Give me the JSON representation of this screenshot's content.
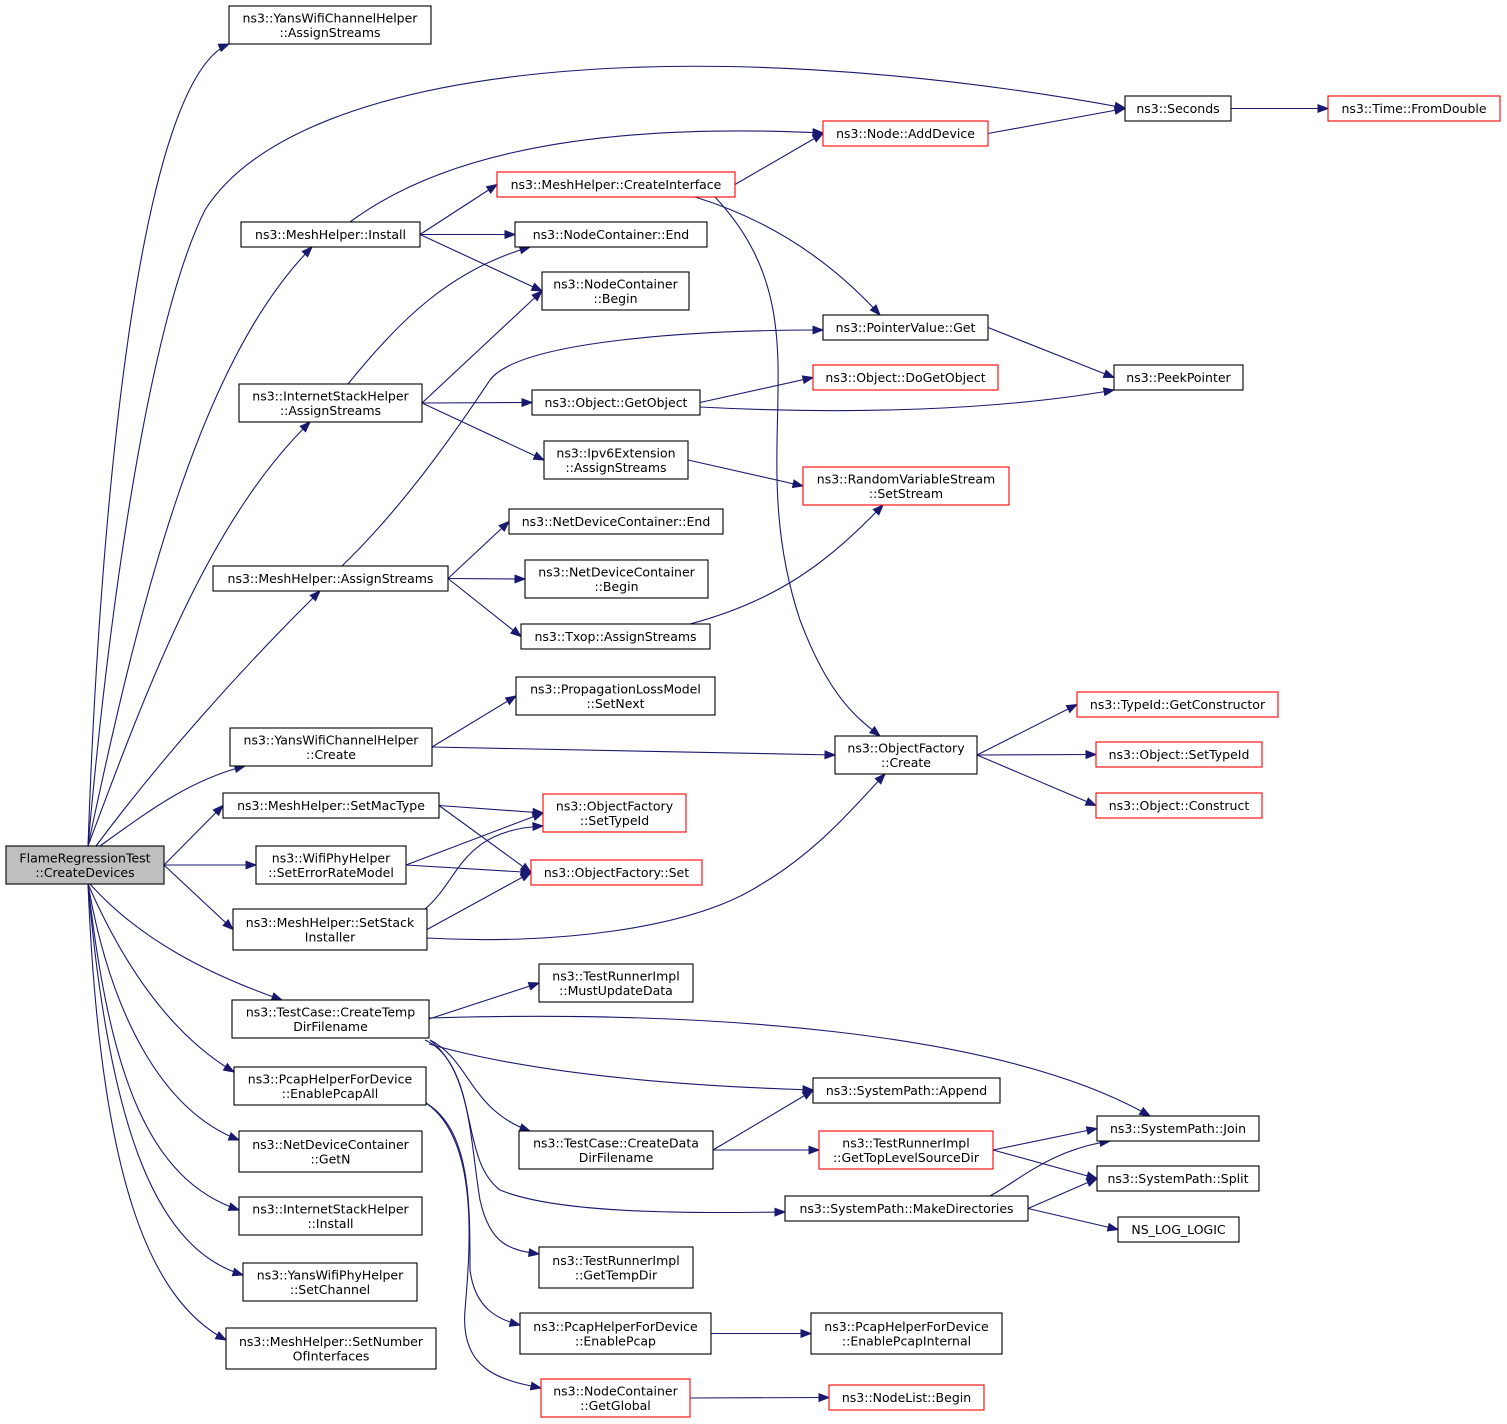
{
  "colors": {
    "edge": "#191970",
    "border_normal": "#000000",
    "border_truncated": "#ff0000",
    "root_fill": "#bfbfbf",
    "node_fill": "#ffffff"
  },
  "nodes": [
    {
      "id": "root",
      "lines": [
        "FlameRegressionTest",
        "::CreateDevices"
      ],
      "kind": "root"
    },
    {
      "id": "yans_assign",
      "lines": [
        "ns3::YansWifiChannelHelper",
        "::AssignStreams"
      ],
      "kind": "normal"
    },
    {
      "id": "seconds",
      "lines": [
        "ns3::Seconds"
      ],
      "kind": "normal"
    },
    {
      "id": "fromdouble",
      "lines": [
        "ns3::Time::FromDouble"
      ],
      "kind": "truncated"
    },
    {
      "id": "node_adddevice",
      "lines": [
        "ns3::Node::AddDevice"
      ],
      "kind": "truncated"
    },
    {
      "id": "mesh_createif",
      "lines": [
        "ns3::MeshHelper::CreateInterface"
      ],
      "kind": "truncated"
    },
    {
      "id": "mesh_install",
      "lines": [
        "ns3::MeshHelper::Install"
      ],
      "kind": "normal"
    },
    {
      "id": "nc_end",
      "lines": [
        "ns3::NodeContainer::End"
      ],
      "kind": "normal"
    },
    {
      "id": "nc_begin",
      "lines": [
        "ns3::NodeContainer",
        "::Begin"
      ],
      "kind": "normal"
    },
    {
      "id": "pointer_get",
      "lines": [
        "ns3::PointerValue::Get"
      ],
      "kind": "normal"
    },
    {
      "id": "peekpointer",
      "lines": [
        "ns3::PeekPointer"
      ],
      "kind": "normal"
    },
    {
      "id": "inet_assign",
      "lines": [
        "ns3::InternetStackHelper",
        "::AssignStreams"
      ],
      "kind": "normal"
    },
    {
      "id": "obj_getobject",
      "lines": [
        "ns3::Object::GetObject"
      ],
      "kind": "normal"
    },
    {
      "id": "obj_dogetobject",
      "lines": [
        "ns3::Object::DoGetObject"
      ],
      "kind": "truncated"
    },
    {
      "id": "ipv6_assign",
      "lines": [
        "ns3::Ipv6Extension",
        "::AssignStreams"
      ],
      "kind": "normal"
    },
    {
      "id": "rvs_setstream",
      "lines": [
        "ns3::RandomVariableStream",
        "::SetStream"
      ],
      "kind": "truncated"
    },
    {
      "id": "ndc_end",
      "lines": [
        "ns3::NetDeviceContainer::End"
      ],
      "kind": "normal"
    },
    {
      "id": "mesh_assign",
      "lines": [
        "ns3::MeshHelper::AssignStreams"
      ],
      "kind": "normal"
    },
    {
      "id": "ndc_begin",
      "lines": [
        "ns3::NetDeviceContainer",
        "::Begin"
      ],
      "kind": "normal"
    },
    {
      "id": "txop_assign",
      "lines": [
        "ns3::Txop::AssignStreams"
      ],
      "kind": "normal"
    },
    {
      "id": "prop_setnext",
      "lines": [
        "ns3::PropagationLossModel",
        "::SetNext"
      ],
      "kind": "normal"
    },
    {
      "id": "typeid_getctor",
      "lines": [
        "ns3::TypeId::GetConstructor"
      ],
      "kind": "truncated"
    },
    {
      "id": "yans_create",
      "lines": [
        "ns3::YansWifiChannelHelper",
        "::Create"
      ],
      "kind": "normal"
    },
    {
      "id": "of_create",
      "lines": [
        "ns3::ObjectFactory",
        "::Create"
      ],
      "kind": "normal"
    },
    {
      "id": "obj_settypeid",
      "lines": [
        "ns3::Object::SetTypeId"
      ],
      "kind": "truncated"
    },
    {
      "id": "mesh_setmactype",
      "lines": [
        "ns3::MeshHelper::SetMacType"
      ],
      "kind": "normal"
    },
    {
      "id": "of_settypeid",
      "lines": [
        "ns3::ObjectFactory",
        "::SetTypeId"
      ],
      "kind": "truncated"
    },
    {
      "id": "obj_construct",
      "lines": [
        "ns3::Object::Construct"
      ],
      "kind": "truncated"
    },
    {
      "id": "wifiphy_seterr",
      "lines": [
        "ns3::WifiPhyHelper",
        "::SetErrorRateModel"
      ],
      "kind": "normal"
    },
    {
      "id": "of_set",
      "lines": [
        "ns3::ObjectFactory::Set"
      ],
      "kind": "truncated"
    },
    {
      "id": "mesh_setstack",
      "lines": [
        "ns3::MeshHelper::SetStack",
        "Installer"
      ],
      "kind": "normal"
    },
    {
      "id": "tri_mustupdate",
      "lines": [
        "ns3::TestRunnerImpl",
        "::MustUpdateData"
      ],
      "kind": "normal"
    },
    {
      "id": "tc_createtemp",
      "lines": [
        "ns3::TestCase::CreateTemp",
        "DirFilename"
      ],
      "kind": "normal"
    },
    {
      "id": "pcap_enableall",
      "lines": [
        "ns3::PcapHelperForDevice",
        "::EnablePcapAll"
      ],
      "kind": "normal"
    },
    {
      "id": "sp_append",
      "lines": [
        "ns3::SystemPath::Append"
      ],
      "kind": "normal"
    },
    {
      "id": "sp_join",
      "lines": [
        "ns3::SystemPath::Join"
      ],
      "kind": "normal"
    },
    {
      "id": "tc_createdata",
      "lines": [
        "ns3::TestCase::CreateData",
        "DirFilename"
      ],
      "kind": "normal"
    },
    {
      "id": "tri_gettoplevel",
      "lines": [
        "ns3::TestRunnerImpl",
        "::GetTopLevelSourceDir"
      ],
      "kind": "truncated"
    },
    {
      "id": "ndc_getn",
      "lines": [
        "ns3::NetDeviceContainer",
        "::GetN"
      ],
      "kind": "normal"
    },
    {
      "id": "sp_split",
      "lines": [
        "ns3::SystemPath::Split"
      ],
      "kind": "normal"
    },
    {
      "id": "inet_install",
      "lines": [
        "ns3::InternetStackHelper",
        "::Install"
      ],
      "kind": "normal"
    },
    {
      "id": "sp_makedirs",
      "lines": [
        "ns3::SystemPath::MakeDirectories"
      ],
      "kind": "normal"
    },
    {
      "id": "ns_log_logic",
      "lines": [
        "NS_LOG_LOGIC"
      ],
      "kind": "normal"
    },
    {
      "id": "tri_gettempdir",
      "lines": [
        "ns3::TestRunnerImpl",
        "::GetTempDir"
      ],
      "kind": "normal"
    },
    {
      "id": "yansphy_setchannel",
      "lines": [
        "ns3::YansWifiPhyHelper",
        "::SetChannel"
      ],
      "kind": "normal"
    },
    {
      "id": "pcap_enable",
      "lines": [
        "ns3::PcapHelperForDevice",
        "::EnablePcap"
      ],
      "kind": "normal"
    },
    {
      "id": "pcap_enableinternal",
      "lines": [
        "ns3::PcapHelperForDevice",
        "::EnablePcapInternal"
      ],
      "kind": "normal"
    },
    {
      "id": "mesh_setnumif",
      "lines": [
        "ns3::MeshHelper::SetNumber",
        "OfInterfaces"
      ],
      "kind": "normal"
    },
    {
      "id": "nc_getglobal",
      "lines": [
        "ns3::NodeContainer",
        "::GetGlobal"
      ],
      "kind": "truncated"
    },
    {
      "id": "nodelist_begin",
      "lines": [
        "ns3::NodeList::Begin"
      ],
      "kind": "truncated"
    }
  ],
  "edges": [
    [
      "root",
      "yans_assign"
    ],
    [
      "root",
      "seconds"
    ],
    [
      "root",
      "mesh_install"
    ],
    [
      "root",
      "inet_assign"
    ],
    [
      "root",
      "mesh_assign"
    ],
    [
      "root",
      "yans_create"
    ],
    [
      "root",
      "mesh_setmactype"
    ],
    [
      "root",
      "wifiphy_seterr"
    ],
    [
      "root",
      "mesh_setstack"
    ],
    [
      "root",
      "tc_createtemp"
    ],
    [
      "root",
      "pcap_enableall"
    ],
    [
      "root",
      "ndc_getn"
    ],
    [
      "root",
      "inet_install"
    ],
    [
      "root",
      "yansphy_setchannel"
    ],
    [
      "root",
      "mesh_setnumif"
    ],
    [
      "seconds",
      "fromdouble"
    ],
    [
      "node_adddevice",
      "seconds"
    ],
    [
      "mesh_createif",
      "node_adddevice"
    ],
    [
      "mesh_createif",
      "pointer_get"
    ],
    [
      "mesh_createif",
      "of_create"
    ],
    [
      "mesh_install",
      "node_adddevice"
    ],
    [
      "mesh_install",
      "mesh_createif"
    ],
    [
      "mesh_install",
      "nc_end"
    ],
    [
      "mesh_install",
      "nc_begin"
    ],
    [
      "pointer_get",
      "peekpointer"
    ],
    [
      "inet_assign",
      "nc_end"
    ],
    [
      "inet_assign",
      "nc_begin"
    ],
    [
      "inet_assign",
      "obj_getobject"
    ],
    [
      "inet_assign",
      "ipv6_assign"
    ],
    [
      "obj_getobject",
      "obj_dogetobject"
    ],
    [
      "obj_getobject",
      "peekpointer"
    ],
    [
      "ipv6_assign",
      "rvs_setstream"
    ],
    [
      "mesh_assign",
      "pointer_get"
    ],
    [
      "mesh_assign",
      "ndc_end"
    ],
    [
      "mesh_assign",
      "ndc_begin"
    ],
    [
      "mesh_assign",
      "txop_assign"
    ],
    [
      "txop_assign",
      "rvs_setstream"
    ],
    [
      "yans_create",
      "prop_setnext"
    ],
    [
      "yans_create",
      "of_create"
    ],
    [
      "of_create",
      "typeid_getctor"
    ],
    [
      "of_create",
      "obj_settypeid"
    ],
    [
      "of_create",
      "obj_construct"
    ],
    [
      "mesh_setmactype",
      "of_settypeid"
    ],
    [
      "mesh_setmactype",
      "of_set"
    ],
    [
      "wifiphy_seterr",
      "of_settypeid"
    ],
    [
      "wifiphy_seterr",
      "of_set"
    ],
    [
      "mesh_setstack",
      "of_settypeid"
    ],
    [
      "mesh_setstack",
      "of_set"
    ],
    [
      "mesh_setstack",
      "of_create"
    ],
    [
      "tc_createtemp",
      "tri_mustupdate"
    ],
    [
      "tc_createtemp",
      "sp_join"
    ],
    [
      "tc_createtemp",
      "sp_append"
    ],
    [
      "tc_createtemp",
      "tc_createdata"
    ],
    [
      "tc_createtemp",
      "sp_makedirs"
    ],
    [
      "tc_createtemp",
      "tri_gettempdir"
    ],
    [
      "tc_createdata",
      "sp_append"
    ],
    [
      "tc_createdata",
      "tri_gettoplevel"
    ],
    [
      "tri_gettoplevel",
      "sp_join"
    ],
    [
      "tri_gettoplevel",
      "sp_split"
    ],
    [
      "sp_makedirs",
      "sp_join"
    ],
    [
      "sp_makedirs",
      "sp_split"
    ],
    [
      "sp_makedirs",
      "ns_log_logic"
    ],
    [
      "pcap_enableall",
      "pcap_enable"
    ],
    [
      "pcap_enableall",
      "nc_getglobal"
    ],
    [
      "pcap_enable",
      "pcap_enableinternal"
    ],
    [
      "nc_getglobal",
      "nodelist_begin"
    ]
  ]
}
